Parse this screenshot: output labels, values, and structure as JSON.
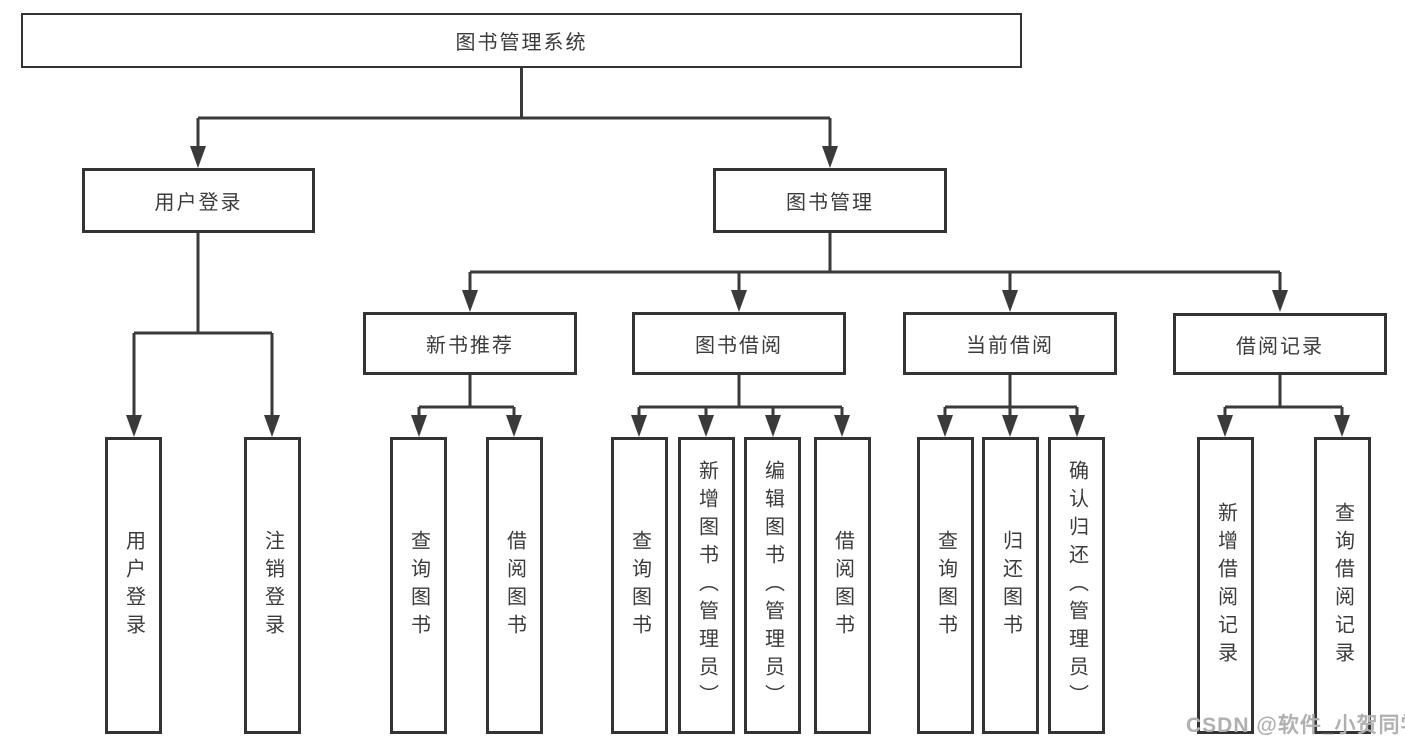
{
  "diagram": {
    "title": "图书管理系统",
    "root": {
      "label": "图书管理系统"
    },
    "level2": [
      {
        "label": "用户登录"
      },
      {
        "label": "图书管理"
      }
    ],
    "level3": [
      {
        "label": "新书推荐"
      },
      {
        "label": "图书借阅"
      },
      {
        "label": "当前借阅"
      },
      {
        "label": "借阅记录"
      }
    ],
    "leaves": [
      {
        "label": "用户登录",
        "parent": "用户登录"
      },
      {
        "label": "注销登录",
        "parent": "用户登录"
      },
      {
        "label": "查询图书",
        "parent": "新书推荐"
      },
      {
        "label": "借阅图书",
        "parent": "新书推荐"
      },
      {
        "label": "查询图书",
        "parent": "图书借阅"
      },
      {
        "label": "新增图书（管理员）",
        "parent": "图书借阅"
      },
      {
        "label": "编辑图书（管理员）",
        "parent": "图书借阅"
      },
      {
        "label": "借阅图书",
        "parent": "图书借阅"
      },
      {
        "label": "查询图书",
        "parent": "当前借阅"
      },
      {
        "label": "归还图书",
        "parent": "当前借阅"
      },
      {
        "label": "确认归还（管理员）",
        "parent": "当前借阅"
      },
      {
        "label": "新增借阅记录",
        "parent": "借阅记录"
      },
      {
        "label": "查询借阅记录",
        "parent": "借阅记录"
      }
    ],
    "watermark": "CSDN @软件_小贺同学",
    "colors": {
      "line": "#3a3a3a",
      "box_border": "#333333",
      "text": "#3b3b3b",
      "watermark": "#b0b0b0",
      "background": "#ffffff"
    }
  }
}
